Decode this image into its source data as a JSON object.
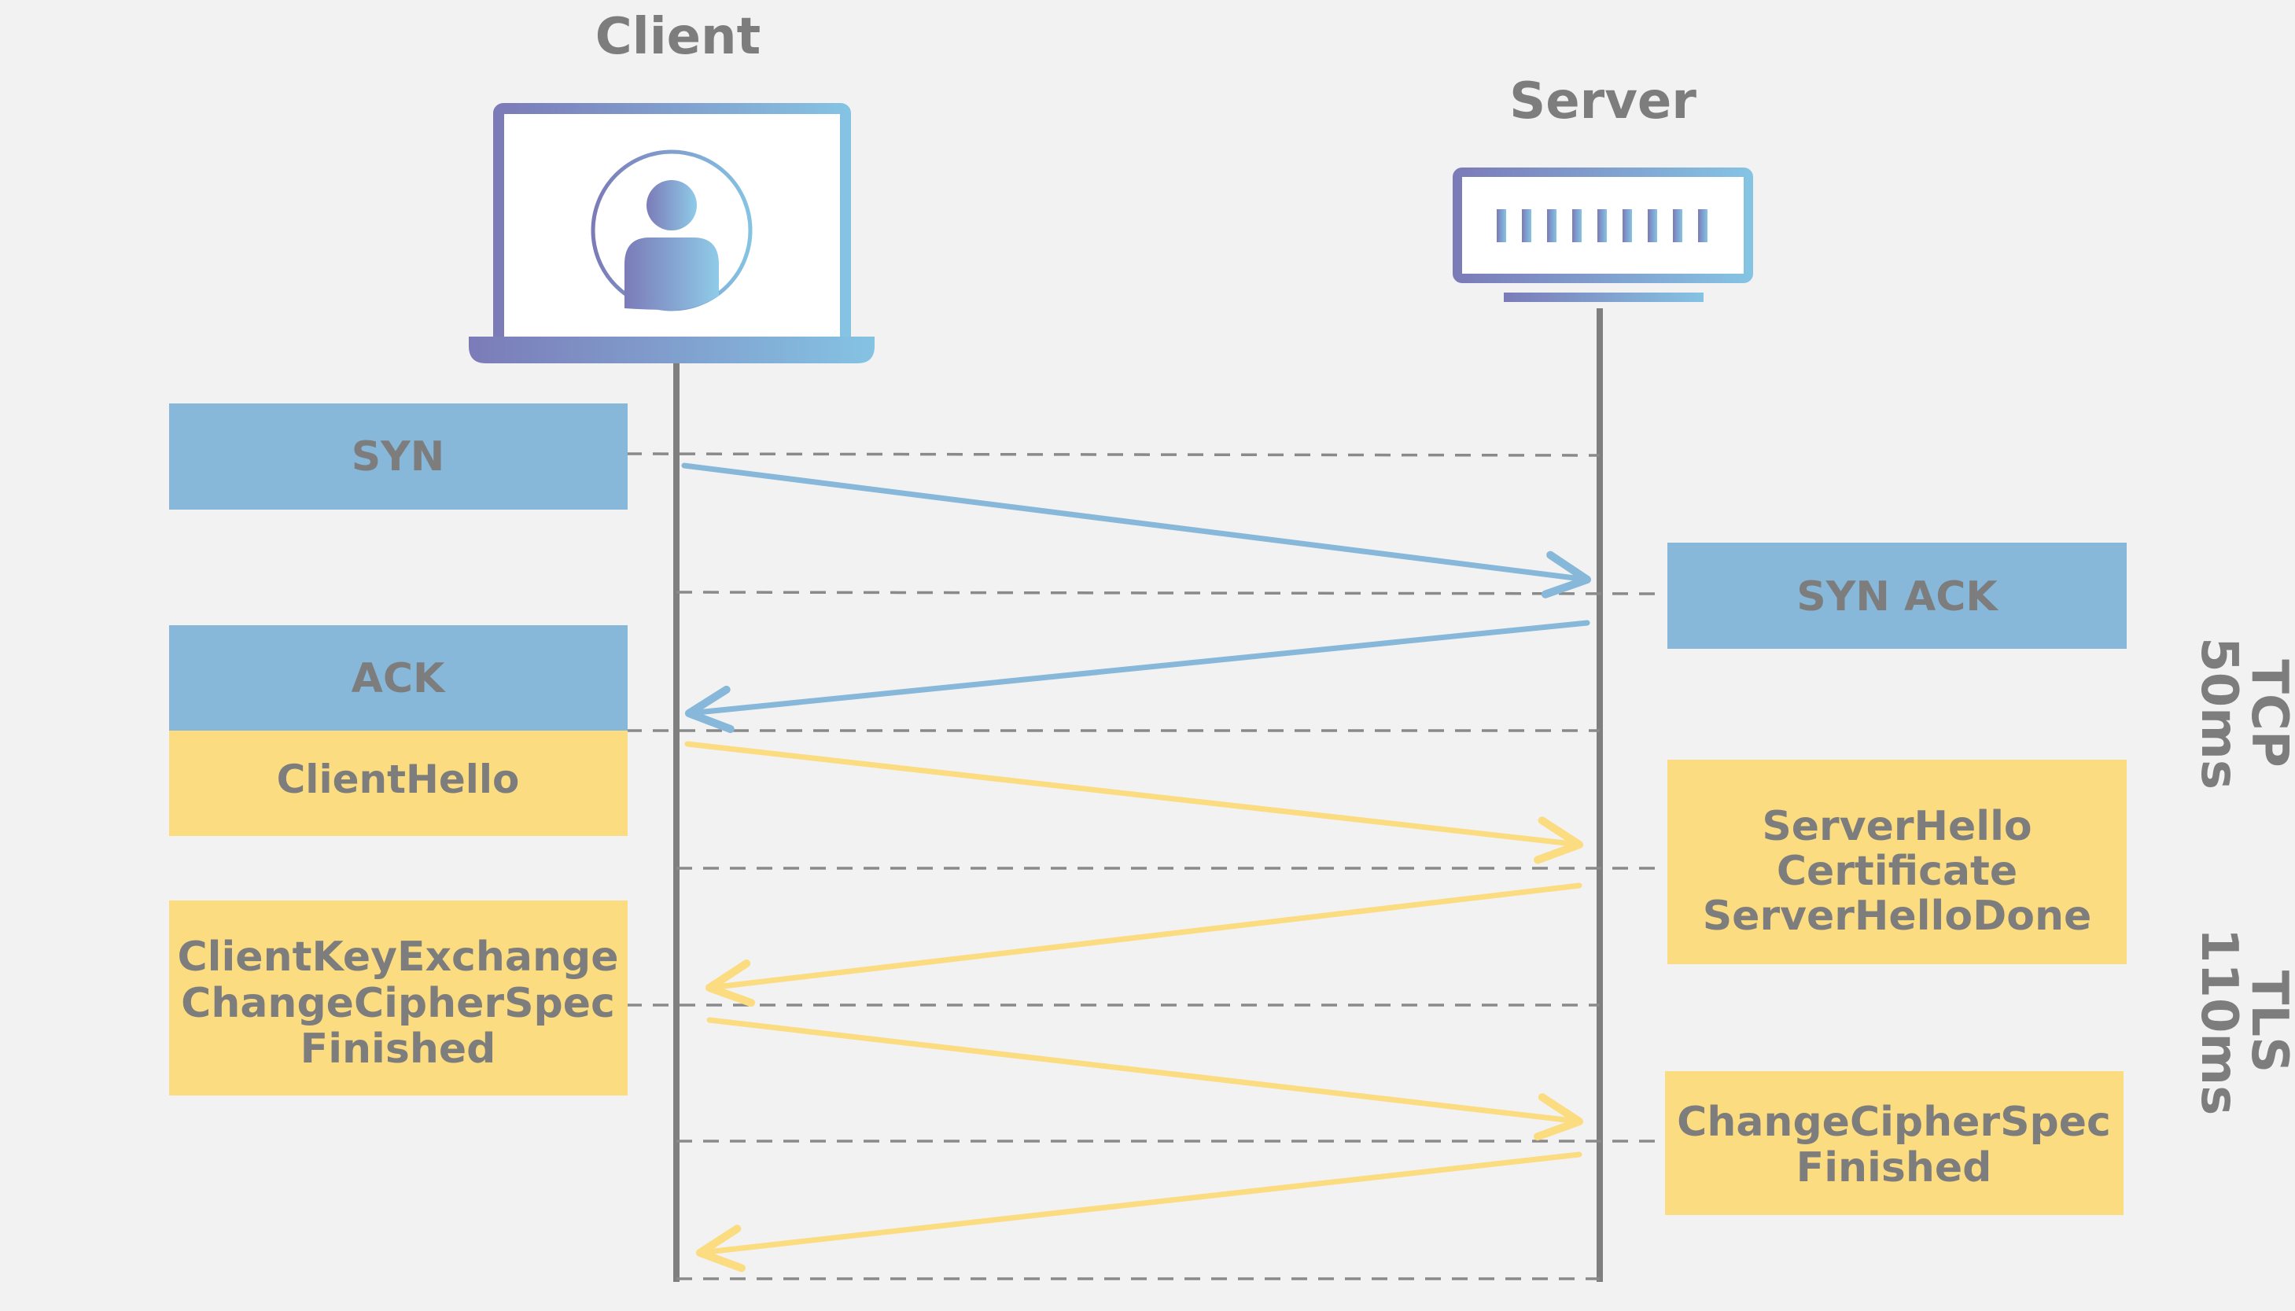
{
  "participants": {
    "client": "Client",
    "server": "Server"
  },
  "messages": {
    "syn": "SYN",
    "syn_ack": "SYN ACK",
    "ack": "ACK",
    "client_hello": "ClientHello",
    "server_hello": [
      "ServerHello",
      "Certificate",
      "ServerHelloDone"
    ],
    "client_key_exchange": [
      "ClientKeyExchange",
      "ChangeCipherSpec",
      "Finished"
    ],
    "server_change_cipher": [
      "ChangeCipherSpec",
      "Finished"
    ]
  },
  "phases": {
    "tcp": {
      "name": "TCP",
      "time": "50ms"
    },
    "tls": {
      "name": "TLS",
      "time": "110ms"
    }
  },
  "colors": {
    "background": "#f2f2f2",
    "tcp_blue": "#87b8d9",
    "tls_yellow": "#fbdc80",
    "text_gray": "#7d7d7d",
    "lifeline_gray": "#7f7f7f",
    "dash_gray": "#8a8a8a",
    "device_purple": "#7b7bb8",
    "device_sky": "#85c3e3"
  },
  "icons": {
    "client": "laptop-user-icon",
    "server": "server-rack-icon"
  }
}
